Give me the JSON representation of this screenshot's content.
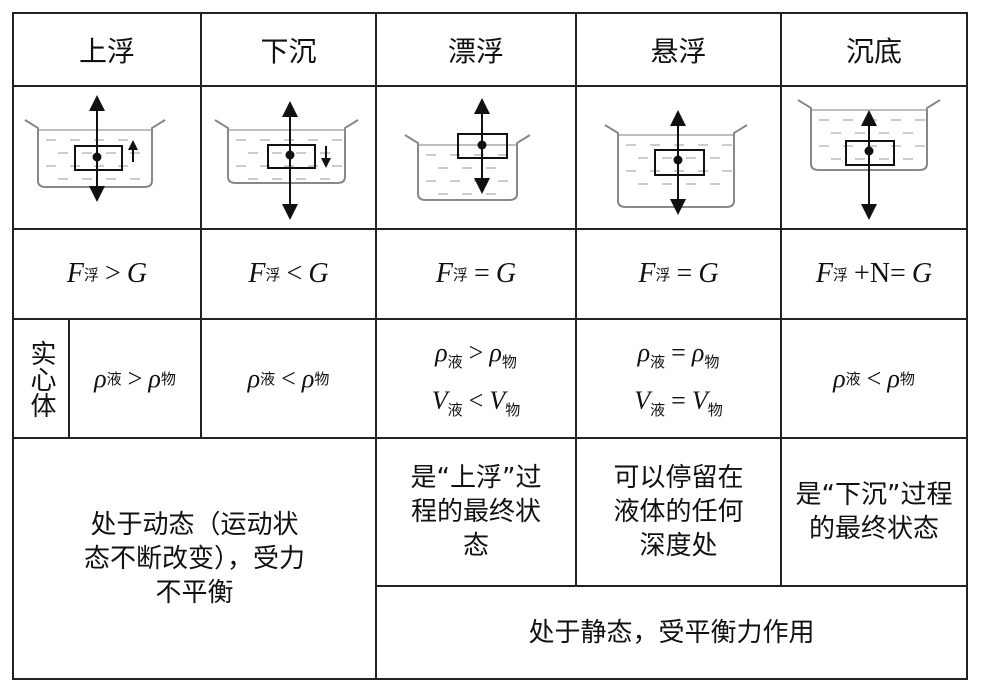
{
  "headers": [
    "上浮",
    "下沉",
    "漂浮",
    "悬浮",
    "沉底"
  ],
  "force_relations": [
    {
      "sym": "F",
      "sub": "浮",
      "rest": [
        ">",
        "G"
      ]
    },
    {
      "sym": "F",
      "sub": "浮",
      "rest": [
        "<",
        "G"
      ]
    },
    {
      "sym": "F",
      "sub": "浮",
      "rest": [
        "=",
        "G"
      ]
    },
    {
      "sym": "F",
      "sub": "浮",
      "rest": [
        "=",
        "G"
      ]
    },
    {
      "sym": "F",
      "sub": "浮",
      "rest": [
        "+N=",
        "G"
      ]
    }
  ],
  "solid_label": "实心体",
  "density": {
    "rho": "ρ",
    "V": "V",
    "liquid": "液",
    "object": "物",
    "col1": [
      ">"
    ],
    "col2": [
      "<"
    ],
    "col3": [
      ">",
      "<"
    ],
    "col4": [
      "=",
      "="
    ],
    "col5": [
      "<"
    ]
  },
  "states": {
    "dynamic": "处于动态（运动状态不断改变），受力不平衡",
    "floating": "是“上浮”过程的最终状态",
    "suspended": "可以停留在液体的任何深度处",
    "sinking_bottom": "是“下沉”过程的最终状态",
    "static": "处于静态，受平衡力作用"
  },
  "diagram_labels": [
    "rising",
    "sinking",
    "floating",
    "suspended",
    "resting-on-bottom"
  ]
}
